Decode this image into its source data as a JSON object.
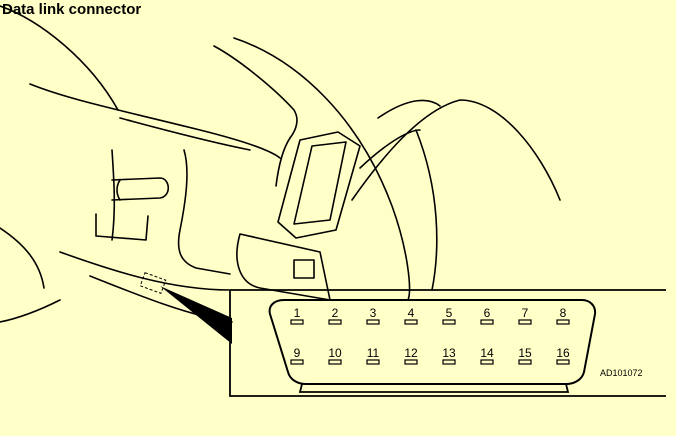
{
  "title": "Data link connector",
  "figure_code": "AD101072",
  "connector": {
    "top_row_pins": [
      "1",
      "2",
      "3",
      "4",
      "5",
      "6",
      "7",
      "8"
    ],
    "bottom_row_pins": [
      "9",
      "10",
      "11",
      "12",
      "13",
      "14",
      "15",
      "16"
    ]
  },
  "colors": {
    "background": "#FFFFC8",
    "line": "#000000"
  }
}
